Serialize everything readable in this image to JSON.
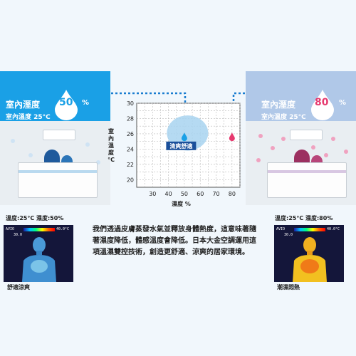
{
  "left_panel": {
    "title": "室內溼度",
    "percent_value": "50",
    "percent_sign": "%",
    "subtitle": "室內溫度 25°C",
    "conditions": "溫度:25°C  濕度:50%",
    "caption": "舒適涼爽"
  },
  "right_panel": {
    "title": "室內溼度",
    "percent_value": "80",
    "percent_sign": "%",
    "subtitle": "室內溫度 25°C",
    "conditions": "溫度:25°C  濕度:80%",
    "caption": "潮濕悶熱"
  },
  "thermal": {
    "logo": "AVIO",
    "range_low": "30.0",
    "range_high": "40.0°C"
  },
  "description": "我們透過皮膚蒸發水氣並釋放身體熱度，這意味著隨著濕度降低，體感溫度會降低。日本大金空調運用這項溫濕雙控技術，創造更舒適、涼爽的居家環境。",
  "colors": {
    "left_panel": "#1aa0e6",
    "right_panel": "#b0c8e8",
    "drop_blue": "#1aa0e6",
    "drop_pink": "#e6396e",
    "comfort_zone": "#a8d4f0",
    "comfort_label_bg": "#1a4f9a"
  },
  "chart_data": {
    "type": "scatter",
    "xlabel": "濕度 %",
    "ylabel": "室內溫度 °C",
    "x_ticks": [
      30,
      40,
      50,
      60,
      70,
      80
    ],
    "y_ticks": [
      20,
      22,
      24,
      26,
      28,
      30
    ],
    "xlim": [
      20,
      85
    ],
    "ylim": [
      19,
      30
    ],
    "grid": true,
    "comfort_zone": {
      "label": "清爽舒適",
      "x_center": 52,
      "y_center": 26.1,
      "x_radius": 13,
      "y_radius": 2.3
    },
    "points": [
      {
        "x": 50,
        "y": 25.6,
        "marker": "blue-drop"
      },
      {
        "x": 80,
        "y": 25.6,
        "marker": "pink-drop"
      }
    ]
  }
}
